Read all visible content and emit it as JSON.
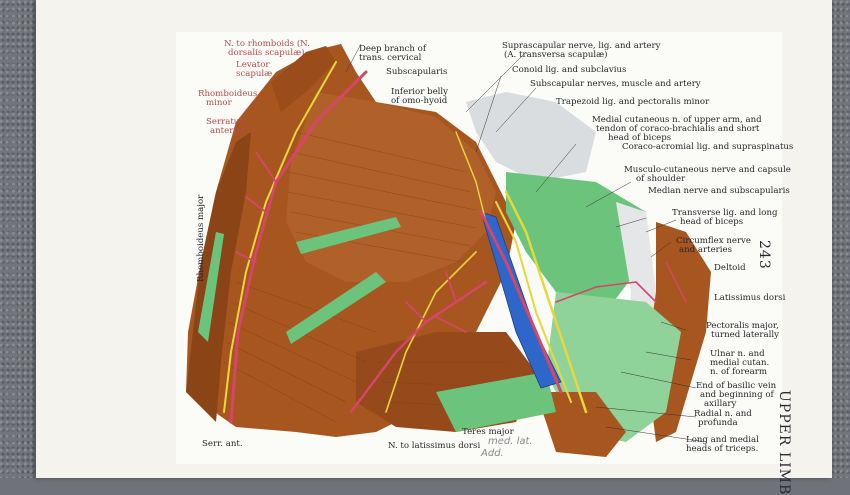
{
  "page": {
    "number": "243",
    "running_head": "UPPER LIMB"
  },
  "figure": {
    "labels": {
      "n_to_rhomboids": "N. to rhomboids (N.",
      "dorsalis_scapulae": "dorsalis scapulæ)",
      "levator": "Levator",
      "scapulae": "scapulæ",
      "rhomboideus": "Rhomboideus",
      "minor": "minor",
      "serratus": "Serratus",
      "anterior": "anterior",
      "rhomboideus_major": "Rhomboideus major",
      "deep_branch": "Deep branch of",
      "trans_cervical": "trans. cervical",
      "subscapularis": "Subscapularis",
      "inferior_belly": "Inferior belly",
      "omo_hyoid": "of omo-hyoid",
      "suprascapular": "Suprascapular nerve, lig. and artery",
      "transversa": "(A. transversa scapulæ)",
      "conoid": "Conoid lig. and subclavius",
      "subscapular_nerves": "Subscapular nerves, muscle and artery",
      "trapezoid": "Trapezoid lig. and pectoralis minor",
      "medial_cutaneous_1": "Medial cutaneous n. of upper arm, and",
      "medial_cutaneous_2": "tendon of coraco-brachialis and short",
      "medial_cutaneous_3": "head of biceps",
      "coraco_acromial": "Coraco-acromial lig. and supraspinatus",
      "musculo_1": "Musculo-cutaneous nerve and capsule",
      "musculo_2": "of shoulder",
      "median_nerve": "Median nerve and subscapularis",
      "transverse_lig_1": "Transverse lig. and long",
      "transverse_lig_2": "head of biceps",
      "circumflex_1": "Circumflex nerve",
      "circumflex_2": "and arteries",
      "deltoid": "Deltoid",
      "latissimus": "Latissimus dorsi",
      "pectoralis_1": "Pectoralis major,",
      "pectoralis_2": "turned laterally",
      "ulnar_1": "Ulnar n. and",
      "ulnar_2": "medial cutan.",
      "ulnar_3": "n. of forearm",
      "basilic_1": "End of basilic vein",
      "basilic_2": "and beginning of",
      "basilic_3": "axillary",
      "radial_1": "Radial n. and",
      "radial_2": "profunda",
      "long_medial_1": "Long and medial",
      "long_medial_2": "heads of triceps.",
      "serr_ant": "Serr. ant.",
      "n_latissimus": "N. to latissimus dorsi",
      "teres_major": "Teres major"
    },
    "handwriting": {
      "line1": "med. lat.",
      "line2": "Add."
    }
  },
  "colors": {
    "muscle": "#a8561f",
    "muscle_dark": "#7b3b12",
    "nerve": "#e8d83a",
    "artery": "#d6456a",
    "vein": "#2e67c9",
    "tendon_green": "#6cc47c",
    "ligament": "#d9dde0"
  }
}
